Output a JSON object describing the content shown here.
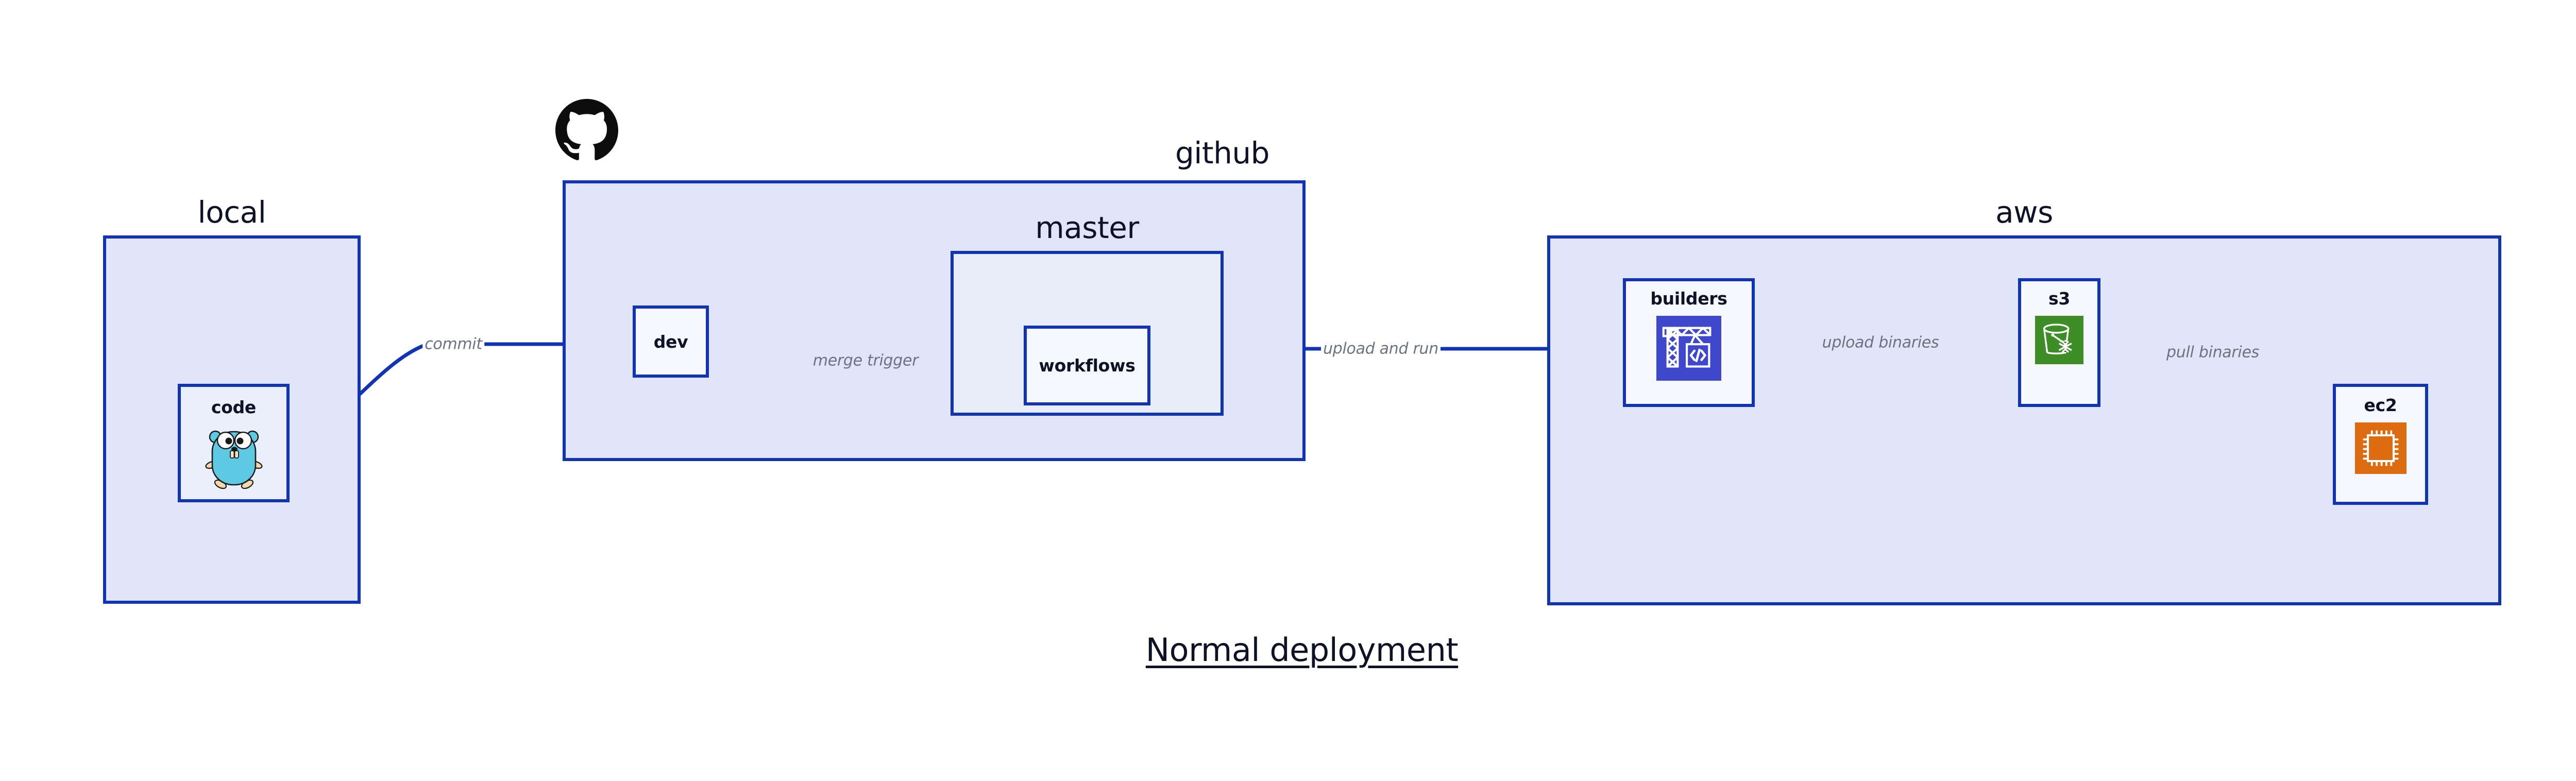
{
  "title": "Normal deployment",
  "groups": [
    {
      "id": "local",
      "label": "local",
      "label_align": "center"
    },
    {
      "id": "github",
      "label": "github",
      "label_align": "right"
    },
    {
      "id": "master",
      "label": "master",
      "label_align": "center"
    },
    {
      "id": "aws",
      "label": "aws",
      "label_align": "center"
    }
  ],
  "nodes": [
    {
      "id": "code",
      "label": "code",
      "icon": "go-gopher-icon"
    },
    {
      "id": "dev",
      "label": "dev",
      "icon": "none"
    },
    {
      "id": "workflows",
      "label": "workflows",
      "icon": "none"
    },
    {
      "id": "builders",
      "label": "builders",
      "icon": "aws-codebuild-crane-icon"
    },
    {
      "id": "s3",
      "label": "s3",
      "icon": "aws-s3-glacier-bucket-icon"
    },
    {
      "id": "ec2",
      "label": "ec2",
      "icon": "aws-ec2-chip-icon"
    }
  ],
  "edges": [
    {
      "id": "code-dev",
      "from": "code",
      "to": "dev",
      "label": "commit"
    },
    {
      "id": "dev-workflows",
      "from": "dev",
      "to": "workflows",
      "label": "merge trigger"
    },
    {
      "id": "workflows-build",
      "from": "workflows",
      "to": "builders",
      "label": "upload and run"
    },
    {
      "id": "builders-s3",
      "from": "builders",
      "to": "s3",
      "label": "upload binaries"
    },
    {
      "id": "s3-ec2",
      "from": "s3",
      "to": "ec2",
      "label": "pull binaries"
    }
  ],
  "logos": [
    {
      "id": "github-logo",
      "name": "github-octocat-logo"
    }
  ],
  "colors": {
    "edge": "#1134B4",
    "border": "#1134B4",
    "group_fill": "#E0E5F8",
    "group_fill_inner": "#E9EDFA",
    "node_fill": "#EBEFFB",
    "node_fill_white": "#F6F8FD",
    "label_text": "#0D1226",
    "edge_label_text": "#6B7280",
    "gopher_body": "#5DC9E2",
    "builders_tile": "#3F48CC",
    "s3_tile": "#3E8E28",
    "ec2_tile": "#DD6B10",
    "github_logo": "#0D0D0D",
    "background": "#FFFFFF"
  }
}
